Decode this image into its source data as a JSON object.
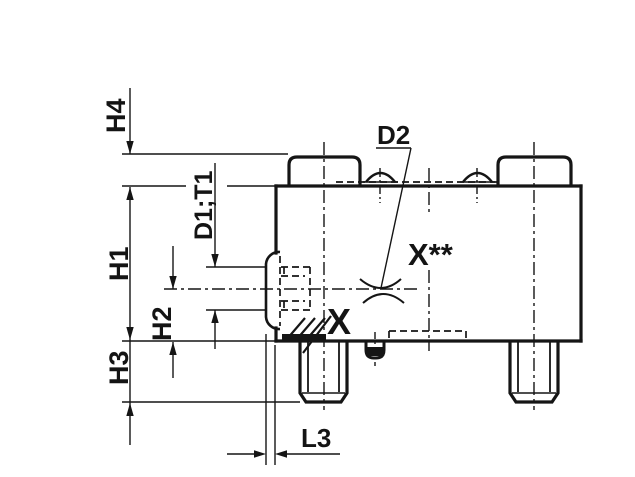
{
  "drawing": {
    "type": "technical-dimension-drawing",
    "dimension_labels": {
      "h4": "H4",
      "h1": "H1",
      "h2": "H2",
      "h3": "H3",
      "d1_t1": "D1;T1",
      "d2": "D2",
      "l3": "L3"
    },
    "annotations": {
      "surface_mark": "X",
      "detail_reference": "X**"
    },
    "colors": {
      "line": "#151515",
      "background": "#ffffff"
    }
  }
}
